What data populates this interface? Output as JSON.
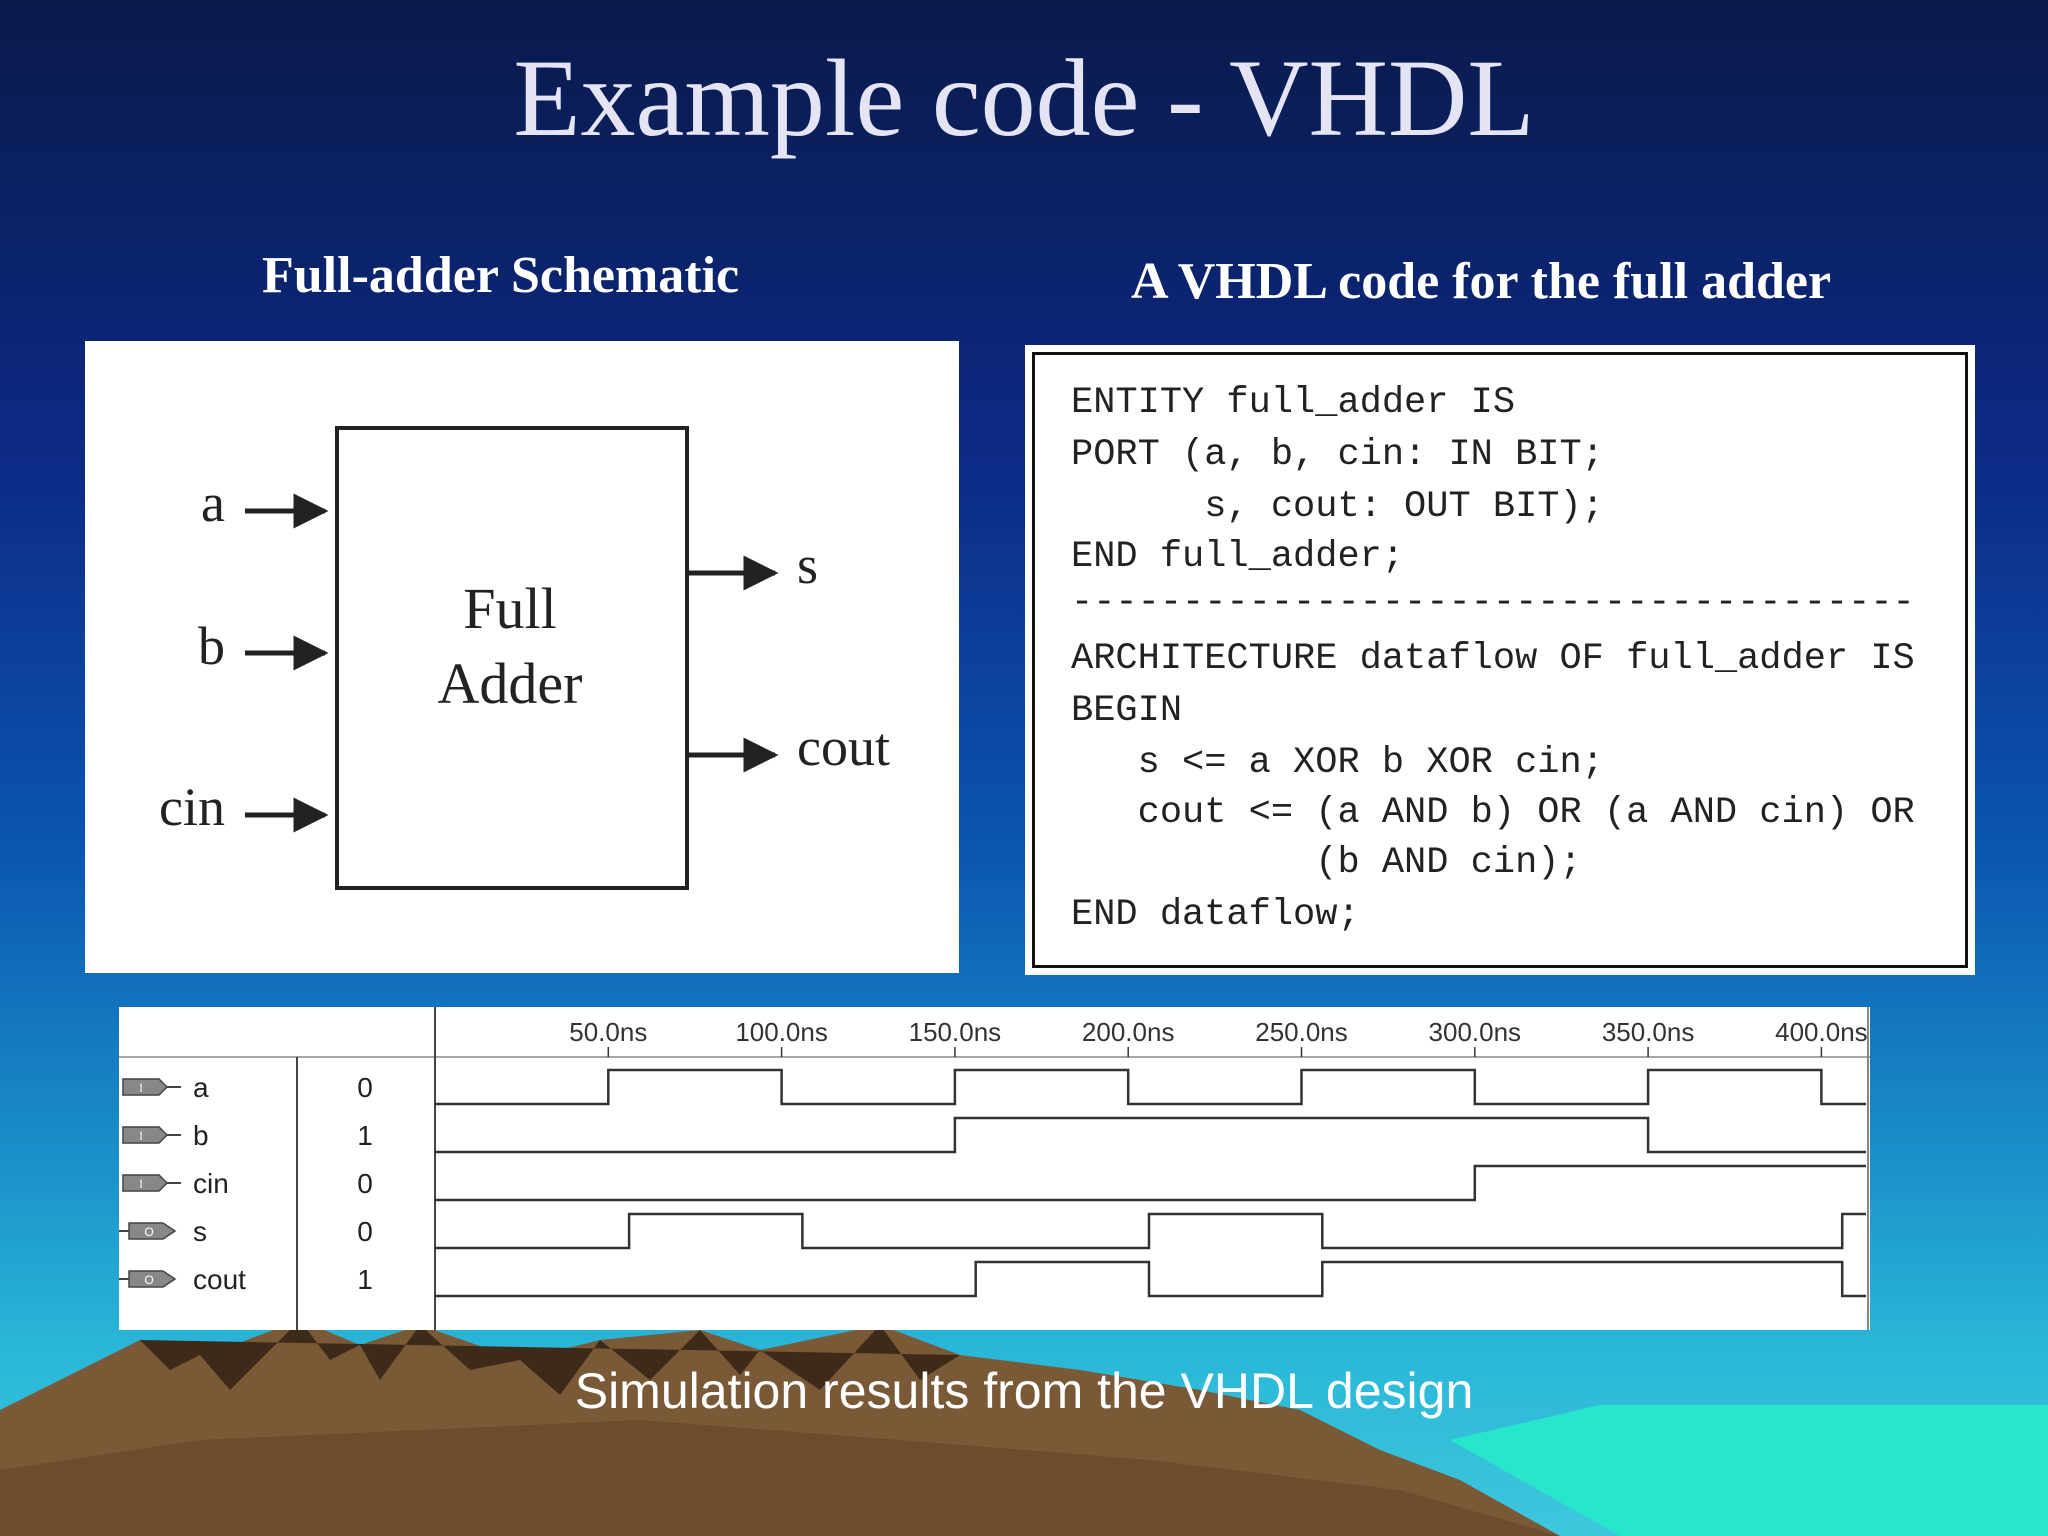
{
  "slide": {
    "title": "Example code - VHDL",
    "caption": "Simulation results from the VHDL design"
  },
  "schematic": {
    "heading": "Full-adder Schematic",
    "block_label_line1": "Full",
    "block_label_line2": "Adder",
    "inputs": [
      "a",
      "b",
      "cin"
    ],
    "outputs": [
      "s",
      "cout"
    ]
  },
  "code": {
    "heading": "A VHDL code for the full adder",
    "lines": [
      "ENTITY full_adder IS",
      "PORT (a, b, cin: IN BIT;",
      "      s, cout: OUT BIT);",
      "END full_adder;",
      "--------------------------------------",
      "ARCHITECTURE dataflow OF full_adder IS",
      "BEGIN",
      "   s <= a XOR b XOR cin;",
      "   cout <= (a AND b) OR (a AND cin) OR",
      "           (b AND cin);",
      "END dataflow;"
    ]
  },
  "waveform": {
    "time_labels": [
      "50.0ns",
      "100.0ns",
      "150.0ns",
      "200.0ns",
      "250.0ns",
      "300.0ns",
      "350.0ns",
      "400.0ns"
    ],
    "signals": [
      {
        "name": "a",
        "dir": "I",
        "value": "0",
        "transitions_ns": [
          50,
          100,
          150,
          200,
          250,
          300,
          350,
          400
        ],
        "initial": 0
      },
      {
        "name": "b",
        "dir": "I",
        "value": "1",
        "transitions_ns": [
          150,
          350
        ],
        "initial": 0
      },
      {
        "name": "cin",
        "dir": "I",
        "value": "0",
        "transitions_ns": [
          300
        ],
        "initial": 0
      },
      {
        "name": "s",
        "dir": "O",
        "value": "0",
        "transitions_ns": [
          56,
          106,
          206,
          256,
          406
        ],
        "initial": 0
      },
      {
        "name": "cout",
        "dir": "O",
        "value": "1",
        "transitions_ns": [
          156,
          206,
          256,
          406
        ],
        "initial": 0
      }
    ]
  }
}
